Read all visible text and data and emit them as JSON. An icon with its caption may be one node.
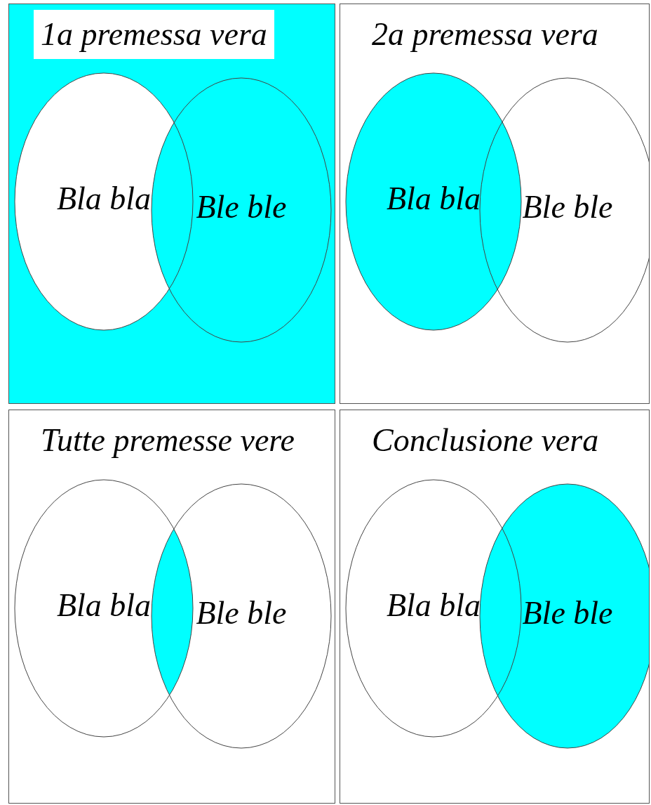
{
  "diagram": {
    "nodes": [
      {
        "text": [
          "1a premessa vera"
        ]
      },
      {
        "text": [
          "Bla bla"
        ],
        "in": 0
      },
      {
        "text": [
          "Ble ble"
        ],
        "in": 0
      },
      {
        "text": [
          "2a premessa vera"
        ]
      },
      {
        "text": [
          "Bla bla"
        ],
        "in": 3
      },
      {
        "text": [
          "Ble ble"
        ],
        "in": 3
      },
      {
        "text": [
          "Tutte premesse vere"
        ]
      },
      {
        "text": [
          "Bla bla"
        ],
        "in": 6
      },
      {
        "text": [
          "Ble ble"
        ],
        "in": 6
      },
      {
        "text": [
          "Conclusione vera"
        ]
      },
      {
        "text": [
          "Bla bla"
        ],
        "in": 9
      },
      {
        "text": [
          "Ble ble"
        ],
        "in": 9
      }
    ],
    "edges": []
  }
}
